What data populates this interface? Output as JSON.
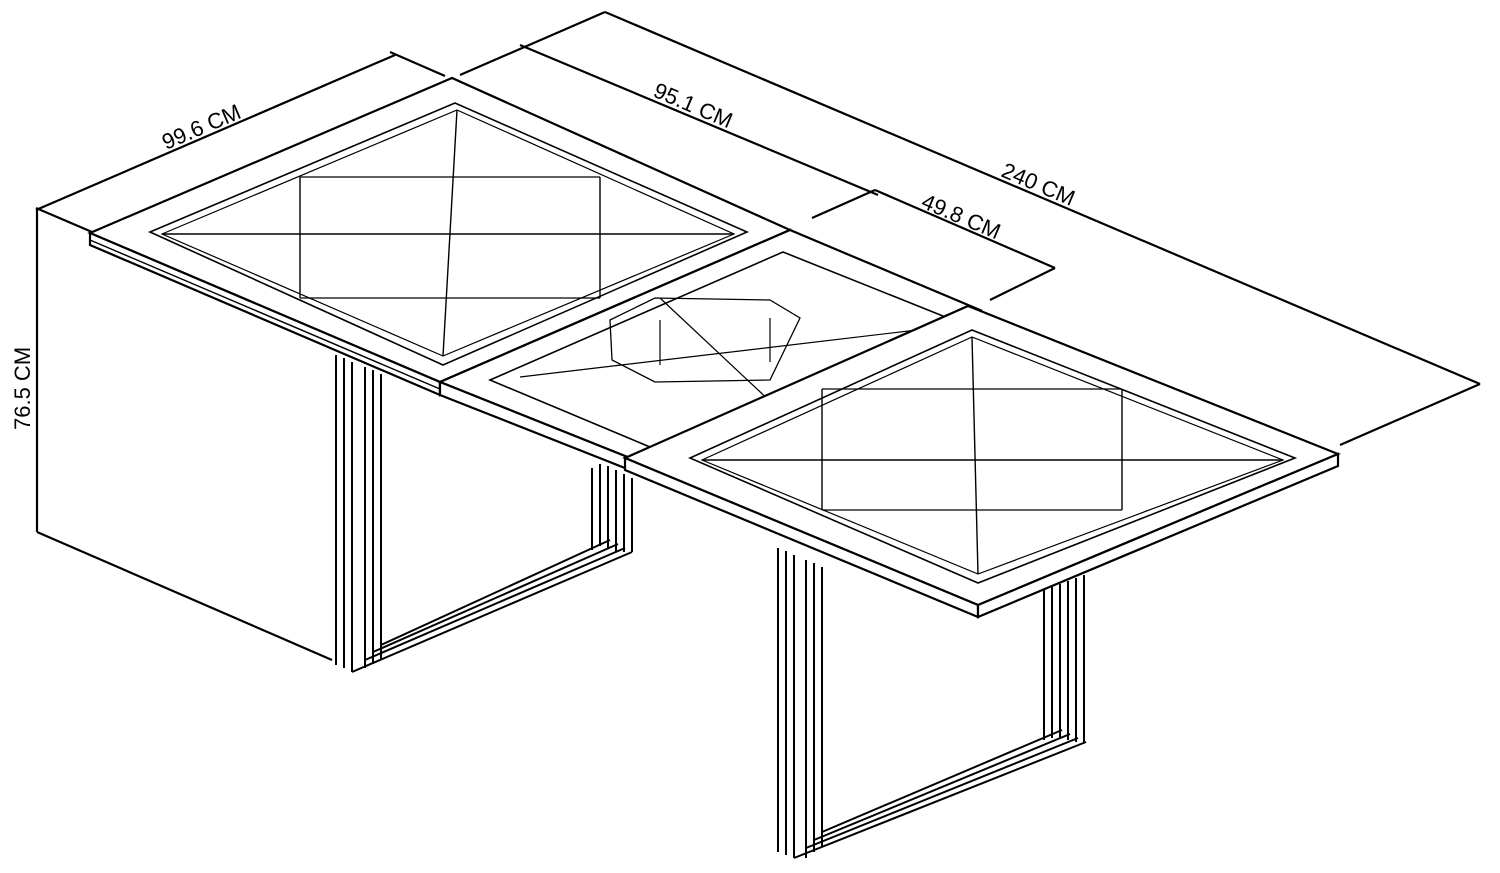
{
  "dimensions": {
    "width_left": "99.6 CM",
    "center_panel": "95.1 CM",
    "total_length": "240 CM",
    "leaf": "49.8 CM",
    "height": "76.5 CM"
  },
  "colors": {
    "line": "#000000",
    "background": "#ffffff"
  }
}
